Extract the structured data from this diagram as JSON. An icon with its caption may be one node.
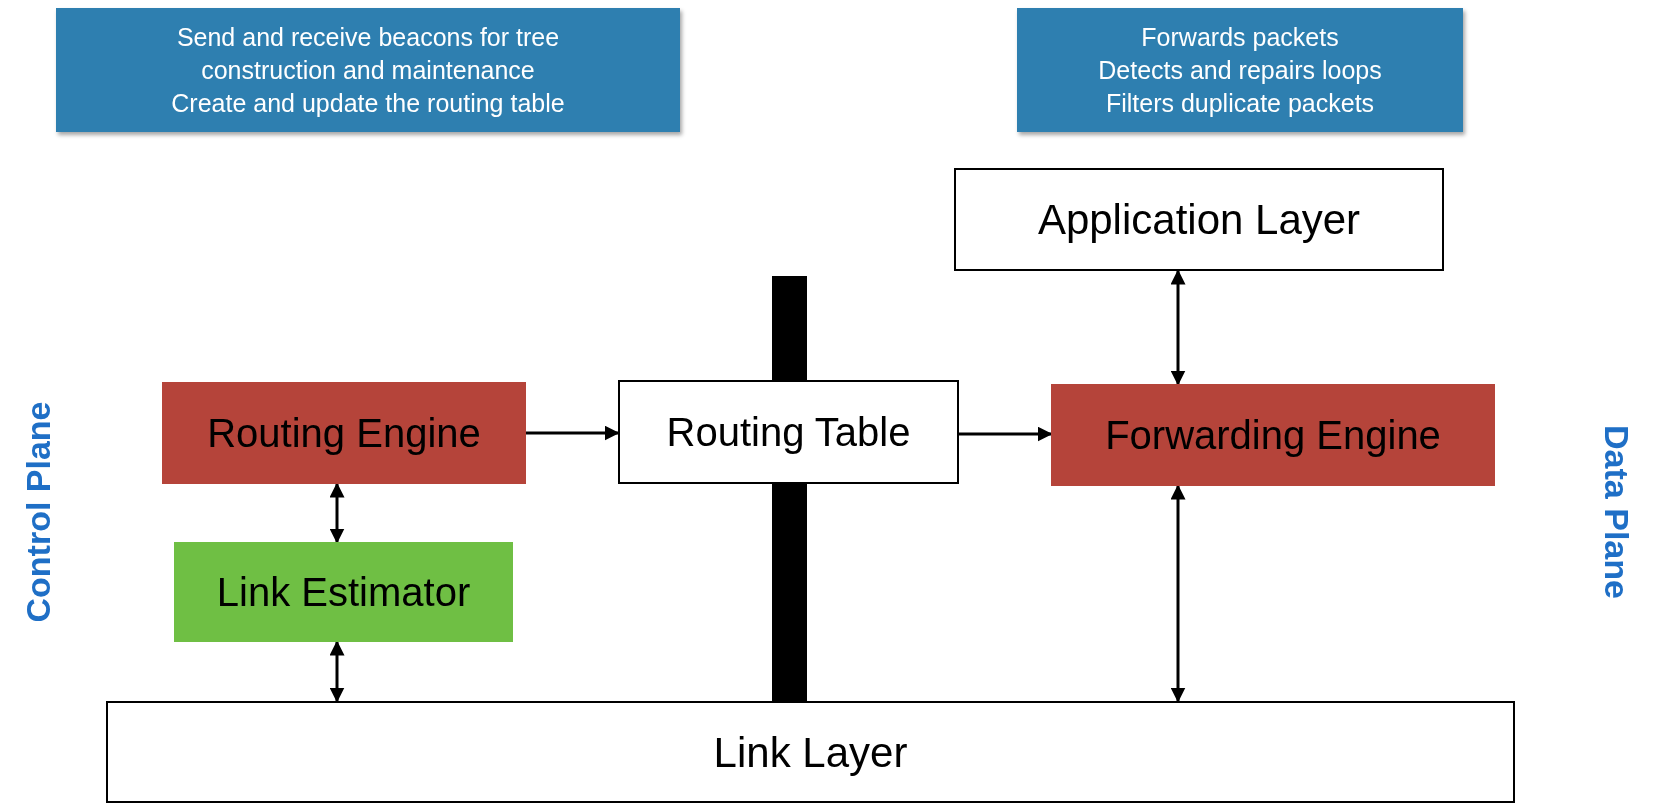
{
  "diagram": {
    "nodes": [
      {
        "text": [
          "Send and receive beacons for tree construction and maintenance",
          "Create and update the routing table"
        ]
      },
      {
        "text": [
          "Forwards packets",
          "Detects and repairs loops",
          "Filters duplicate packets"
        ]
      },
      {
        "text": [
          "Application Layer"
        ]
      },
      {
        "text": [
          "Routing Engine"
        ]
      },
      {
        "text": [
          "Routing Table"
        ]
      },
      {
        "text": [
          "Forwarding Engine"
        ]
      },
      {
        "text": [
          "Link Estimator"
        ]
      },
      {
        "text": [
          "Link Layer"
        ]
      },
      {
        "text": [],
        "shape": "bar"
      },
      {
        "text": [],
        "shape": "bar"
      }
    ],
    "edges": [
      {
        "from": 3,
        "to": 4,
        "arrow": "to"
      },
      {
        "from": 4,
        "to": 5,
        "arrow": "to"
      },
      {
        "from": 3,
        "to": 6,
        "arrow": "both"
      },
      {
        "from": 6,
        "to": 7,
        "arrow": "both"
      },
      {
        "from": 2,
        "to": 5,
        "arrow": "both"
      },
      {
        "from": 5,
        "to": 7,
        "arrow": "both"
      }
    ],
    "labels": [
      "Control Plane",
      "Data Plane"
    ]
  }
}
